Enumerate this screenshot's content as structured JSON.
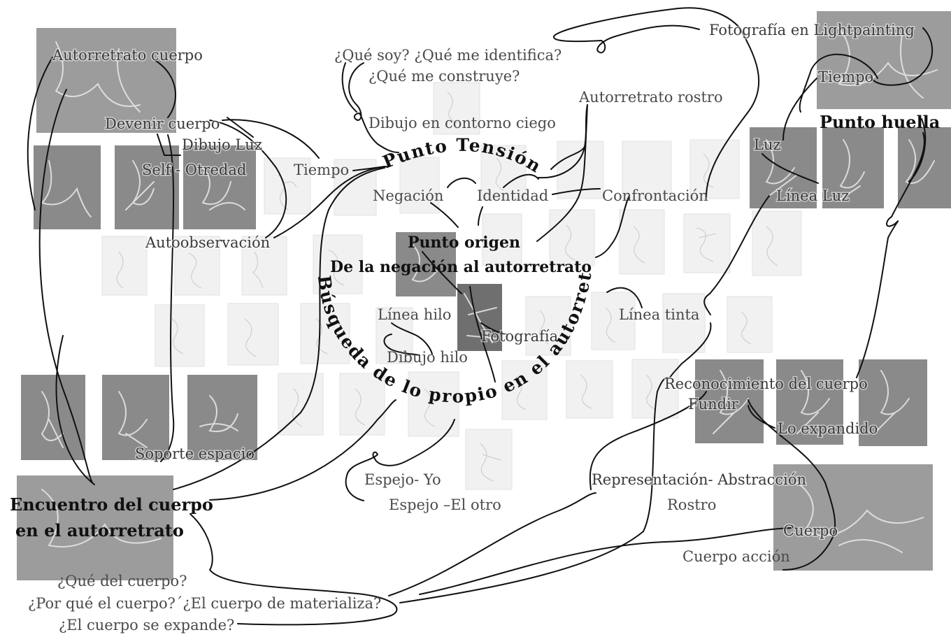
{
  "nodes": {
    "autorretrato_cuerpo": "Autorretrato cuerpo",
    "devenir_cuerpo": "Devenir cuerpo",
    "dibujo_luz": "Dibujo Luz",
    "self_otredad": "Self - Otredad",
    "tiempo_left": "Tiempo",
    "autoobservacion": "Autoobservación",
    "soporte_espacio": "Soporte espacio",
    "que_soy": "¿Qué soy? ¿Qué me identifica?",
    "que_me_construye": "¿Qué me construye?",
    "dibujo_contorno": "Dibujo en contorno ciego",
    "negacion": "Negación",
    "identidad": "Identidad",
    "autorretrato_rostro": "Autorretrato rostro",
    "confrontacion": "Confrontación",
    "fotografia_lightpainting": "Fotografía en Lightpainting",
    "tiempo_right": "Tiempo",
    "luz": "Luz",
    "linea_luz": "Línea Luz",
    "linea_hilo": "Línea hilo",
    "dibujo_hilo": "Dibujo hilo",
    "fotografia": "Fotografía",
    "linea_tinta": "Línea tinta",
    "reconocimiento": "Reconocimiento del cuerpo",
    "fundir": "Fundir",
    "lo_expandido": "Lo expandido",
    "representacion": "Representación- Abstracción",
    "rostro": "Rostro",
    "cuerpo": "Cuerpo",
    "cuerpo_accion": "Cuerpo acción",
    "espejo_yo": "Espejo- Yo",
    "espejo_otro": "Espejo –El otro",
    "q1": "¿Qué del cuerpo?",
    "q2": "¿Por qué el cuerpo?´¿El cuerpo de materializa?",
    "q3": "¿El cuerpo se expande?"
  },
  "headings": {
    "punto_tension": "Punto Tensión",
    "punto_origen": "Punto origen",
    "de_la_negacion": "De la negación al autorretrato",
    "busqueda": "Búsqueda de lo propio en el autorretrato",
    "punto_huella": "Punto huella",
    "encuentro_1": "Encuentro del cuerpo",
    "encuentro_2": "en el autorretrato"
  },
  "colors": {
    "connector": "#111111",
    "label": "#4a4a4a",
    "photo": "#8a8a8a",
    "sketch": "#f1f1f1"
  }
}
